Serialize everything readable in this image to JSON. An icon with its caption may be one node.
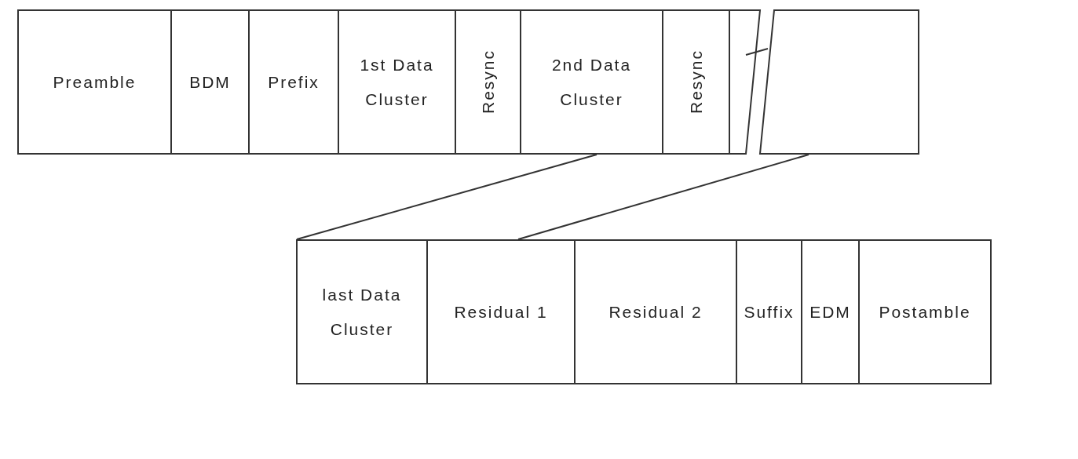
{
  "diagram": {
    "nodes": [
      {
        "text": [
          "Preamble"
        ]
      },
      {
        "text": [
          "BDM"
        ]
      },
      {
        "text": [
          "Prefix"
        ]
      },
      {
        "text": [
          "1st Data Cluster"
        ]
      },
      {
        "text": [
          "Resync"
        ]
      },
      {
        "text": [
          "2nd Data Cluster"
        ]
      },
      {
        "text": [
          "Resync"
        ]
      },
      {
        "text": [],
        "shape": "box"
      },
      {
        "text": [],
        "shape": "box"
      },
      {
        "text": [
          "last Data Cluster"
        ]
      },
      {
        "text": [
          "Residual 1"
        ]
      },
      {
        "text": [
          "Residual 2"
        ]
      },
      {
        "text": [
          "Suffix"
        ]
      },
      {
        "text": [
          "EDM"
        ]
      },
      {
        "text": [
          "Postamble"
        ]
      }
    ],
    "edges": [
      {
        "from": 5,
        "to": 9,
        "arrow": "none"
      },
      {
        "from": 8,
        "to": 10,
        "arrow": "none"
      }
    ]
  }
}
